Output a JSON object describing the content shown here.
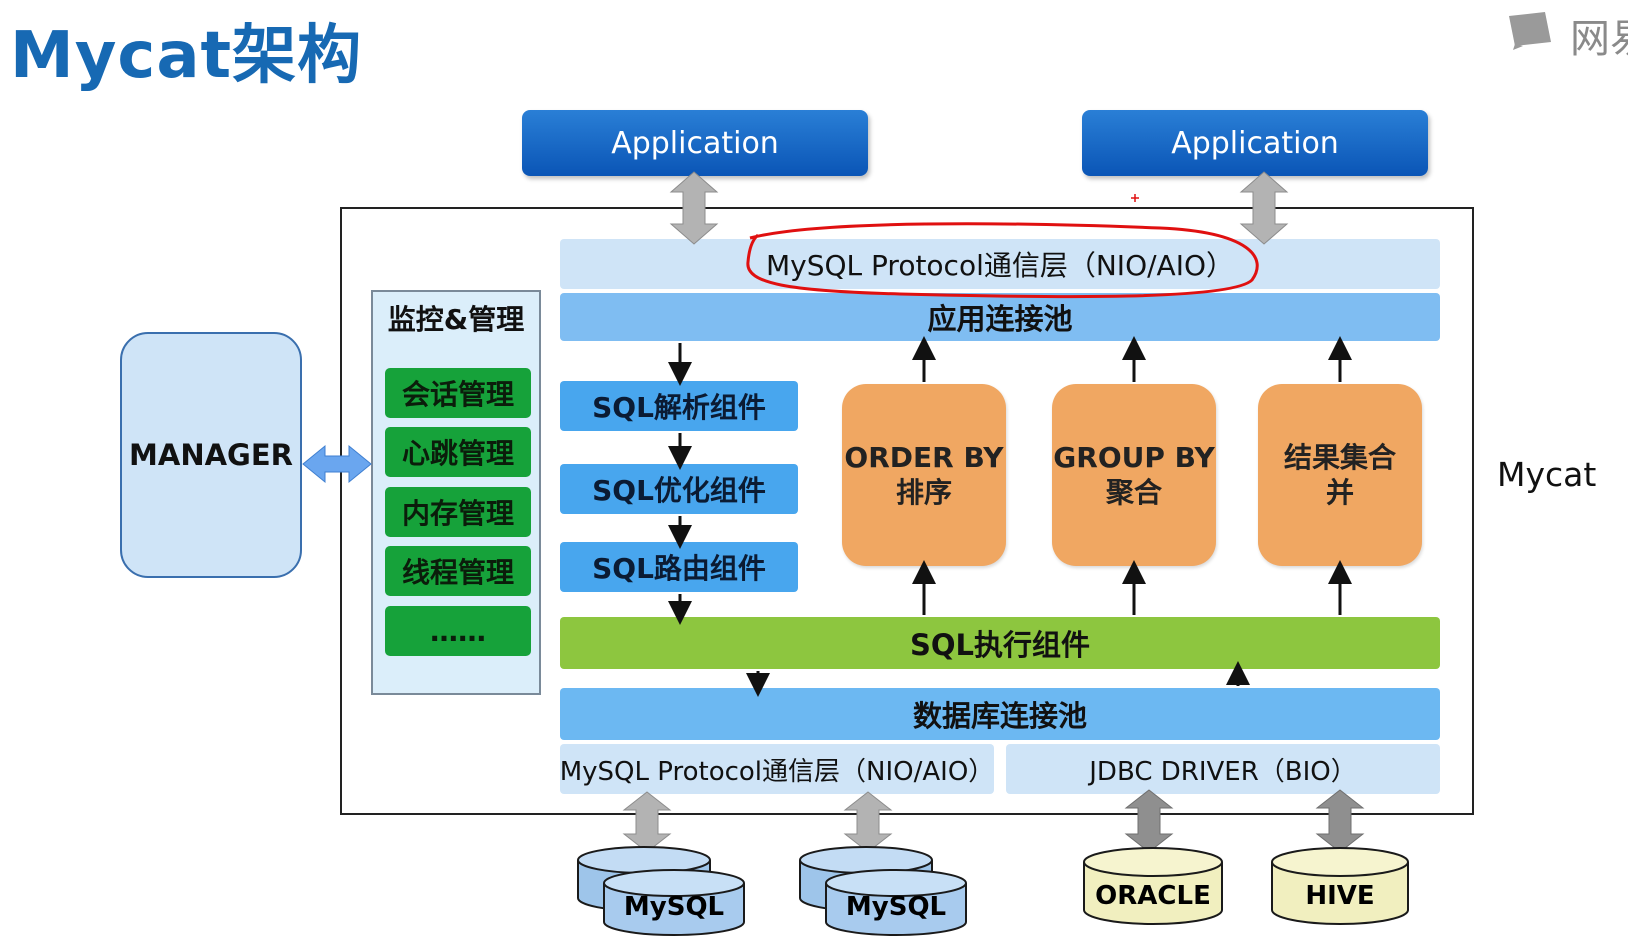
{
  "header": {
    "title": "Mycat架构",
    "logo_text": "网易"
  },
  "applications": [
    "Application",
    "Application"
  ],
  "mycat": {
    "label": "Mycat",
    "protocol_top": "MySQL Protocol通信层（NIO/AIO）",
    "app_pool": "应用连接池",
    "sql_components": [
      "SQL解析组件",
      "SQL优化组件",
      "SQL路由组件"
    ],
    "merge_blocks": [
      "ORDER BY 排序",
      "GROUP BY 聚合",
      "结果集合并"
    ],
    "sql_exec": "SQL执行组件",
    "db_pool": "数据库连接池",
    "protocol_bottom": "MySQL Protocol通信层（NIO/AIO）",
    "jdbc": "JDBC DRIVER（BIO）"
  },
  "monitor": {
    "title": "监控&管理",
    "items": [
      "会话管理",
      "心跳管理",
      "内存管理",
      "线程管理",
      "……"
    ]
  },
  "manager": {
    "label": "MANAGER"
  },
  "databases": [
    "MySQL",
    "MySQL",
    "ORACLE",
    "HIVE"
  ],
  "colors": {
    "title": "#1769b3",
    "application": "#0a55b6",
    "protocol": "#cfe4f7",
    "pool": "#7fbdf2",
    "sql_component": "#48a6ee",
    "merge": "#f0a762",
    "exec": "#8dc63f",
    "monitor_item": "#16a23a",
    "annotation": "#e01010"
  }
}
